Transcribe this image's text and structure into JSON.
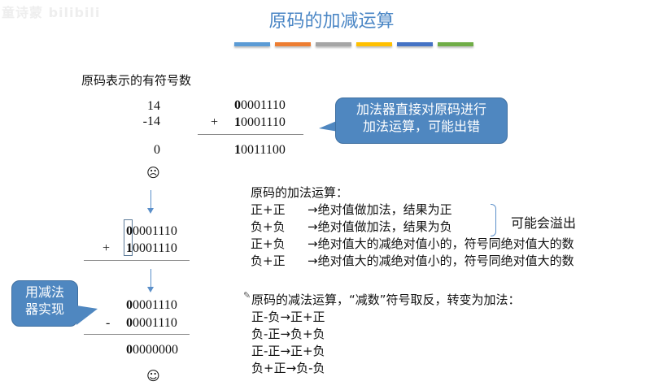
{
  "watermark": "童诗蒙 bilibili",
  "title": "原码的加减运算",
  "title_bar_colors": [
    "#5b9bd5",
    "#ed7d31",
    "#a5a5a5",
    "#ffc000",
    "#4472c4",
    "#70ad47"
  ],
  "heading": "原码表示的有符号数",
  "example1": {
    "decimal": [
      "14",
      "-14",
      "0"
    ],
    "operator": "+",
    "operand1_sign": "0",
    "operand1_rest": "0001110",
    "operand2_sign": "1",
    "operand2_rest": "0001110",
    "result_sign": "1",
    "result_rest": "0011100",
    "emoji": "☹"
  },
  "callout_error": {
    "line1": "加法器直接对原码进行",
    "line2": "加法运算，可能出错"
  },
  "example2": {
    "operator": "+",
    "operand1_sign": "0",
    "operand1_rest": "0001110",
    "operand2_sign": "1",
    "operand2_rest": "0001110"
  },
  "example3": {
    "operator": "-",
    "operand1_sign": "0",
    "operand1_rest": "0001110",
    "operand2_sign": "0",
    "operand2_rest": "0001110",
    "result_sign": "0",
    "result_rest": "0000000",
    "emoji": "☺"
  },
  "callout_sub": {
    "line1": "用减法",
    "line2": "器实现"
  },
  "addition_rules": {
    "heading": "原码的加法运算：",
    "rows": [
      {
        "lhs": "正+正",
        "rhs": "→绝对值做加法，结果为正"
      },
      {
        "lhs": "负+负",
        "rhs": "→绝对值做加法，结果为负"
      },
      {
        "lhs": "正+负",
        "rhs": "→绝对值大的减绝对值小的，符号同绝对值大的数"
      },
      {
        "lhs": "负+正",
        "rhs": "→绝对值大的减绝对值小的，符号同绝对值大的数"
      }
    ],
    "overflow_note": "可能会溢出"
  },
  "subtraction_rules": {
    "heading": "原码的减法运算，“减数”符号取反，转变为加法：",
    "rows": [
      "正-负→正+正",
      "负-正→负+负",
      "正-正→正+负",
      "负+正→负-负"
    ]
  }
}
